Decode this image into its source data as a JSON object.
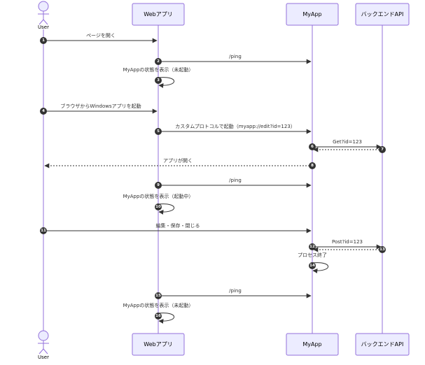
{
  "participants": {
    "user": "User",
    "web": "Webアプリ",
    "myapp": "MyApp",
    "backend": "バックエンドAPI"
  },
  "messages": [
    {
      "num": "1",
      "text": "ページを開く",
      "from": "user",
      "to": "web",
      "style": "solid"
    },
    {
      "num": "2",
      "text": "/ping",
      "from": "web",
      "to": "myapp",
      "style": "solid"
    },
    {
      "num": "3",
      "text": "MyAppの状態を表示（未起動）",
      "from": "web",
      "to": "web",
      "style": "self"
    },
    {
      "num": "4",
      "text": "ブラウザからWindowsアプリを起動",
      "from": "user",
      "to": "web",
      "style": "solid"
    },
    {
      "num": "5",
      "text": "カスタムプロトコルで起動（myapp://edit?id=123）",
      "from": "web",
      "to": "myapp",
      "style": "solid"
    },
    {
      "num": "6",
      "text": "Get?id=123",
      "from": "myapp",
      "to": "backend",
      "style": "solid"
    },
    {
      "num": "7",
      "text": "",
      "from": "backend",
      "to": "myapp",
      "style": "dashed"
    },
    {
      "num": "8",
      "text": "アプリが開く",
      "from": "myapp",
      "to": "user",
      "style": "dashed"
    },
    {
      "num": "9",
      "text": "/ping",
      "from": "web",
      "to": "myapp",
      "style": "solid"
    },
    {
      "num": "10",
      "text": "MyAppの状態を表示（起動中）",
      "from": "web",
      "to": "web",
      "style": "self"
    },
    {
      "num": "11",
      "text": "編集・保存・閉じる",
      "from": "user",
      "to": "myapp",
      "style": "solid"
    },
    {
      "num": "12",
      "text": "Post?id=123",
      "from": "myapp",
      "to": "backend",
      "style": "solid"
    },
    {
      "num": "13",
      "text": "",
      "from": "backend",
      "to": "myapp",
      "style": "dashed"
    },
    {
      "num": "14",
      "text": "プロセス終了",
      "from": "myapp",
      "to": "myapp",
      "style": "self"
    },
    {
      "num": "15",
      "text": "/ping",
      "from": "web",
      "to": "myapp",
      "style": "solid"
    },
    {
      "num": "16",
      "text": "MyAppの状態を表示（未起動）",
      "from": "web",
      "to": "web",
      "style": "self"
    }
  ],
  "colors": {
    "actor_fill": "#ECECFF",
    "actor_stroke": "#9370DB",
    "line": "#333333",
    "badge": "#333333"
  }
}
